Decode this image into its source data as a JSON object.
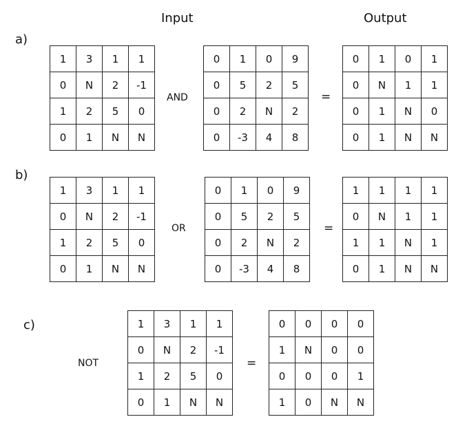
{
  "headers": {
    "input": "Input",
    "output": "Output"
  },
  "sections": {
    "a": {
      "label": "a)",
      "operator": "AND",
      "equals": "=",
      "input1": [
        [
          "1",
          "3",
          "1",
          "1"
        ],
        [
          "0",
          "N",
          "2",
          "-1"
        ],
        [
          "1",
          "2",
          "5",
          "0"
        ],
        [
          "0",
          "1",
          "N",
          "N"
        ]
      ],
      "input2": [
        [
          "0",
          "1",
          "0",
          "9"
        ],
        [
          "0",
          "5",
          "2",
          "5"
        ],
        [
          "0",
          "2",
          "N",
          "2"
        ],
        [
          "0",
          "-3",
          "4",
          "8"
        ]
      ],
      "output": [
        [
          "0",
          "1",
          "0",
          "1"
        ],
        [
          "0",
          "N",
          "1",
          "1"
        ],
        [
          "0",
          "1",
          "N",
          "0"
        ],
        [
          "0",
          "1",
          "N",
          "N"
        ]
      ]
    },
    "b": {
      "label": "b)",
      "operator": "OR",
      "equals": "=",
      "input1": [
        [
          "1",
          "3",
          "1",
          "1"
        ],
        [
          "0",
          "N",
          "2",
          "-1"
        ],
        [
          "1",
          "2",
          "5",
          "0"
        ],
        [
          "0",
          "1",
          "N",
          "N"
        ]
      ],
      "input2": [
        [
          "0",
          "1",
          "0",
          "9"
        ],
        [
          "0",
          "5",
          "2",
          "5"
        ],
        [
          "0",
          "2",
          "N",
          "2"
        ],
        [
          "0",
          "-3",
          "4",
          "8"
        ]
      ],
      "output": [
        [
          "1",
          "1",
          "1",
          "1"
        ],
        [
          "0",
          "N",
          "1",
          "1"
        ],
        [
          "1",
          "1",
          "N",
          "1"
        ],
        [
          "0",
          "1",
          "N",
          "N"
        ]
      ]
    },
    "c": {
      "label": "c)",
      "operator": "NOT",
      "equals": "=",
      "input1": [
        [
          "1",
          "3",
          "1",
          "1"
        ],
        [
          "0",
          "N",
          "2",
          "-1"
        ],
        [
          "1",
          "2",
          "5",
          "0"
        ],
        [
          "0",
          "1",
          "N",
          "N"
        ]
      ],
      "output": [
        [
          "0",
          "0",
          "0",
          "0"
        ],
        [
          "1",
          "N",
          "0",
          "0"
        ],
        [
          "0",
          "0",
          "0",
          "1"
        ],
        [
          "1",
          "0",
          "N",
          "N"
        ]
      ]
    }
  }
}
